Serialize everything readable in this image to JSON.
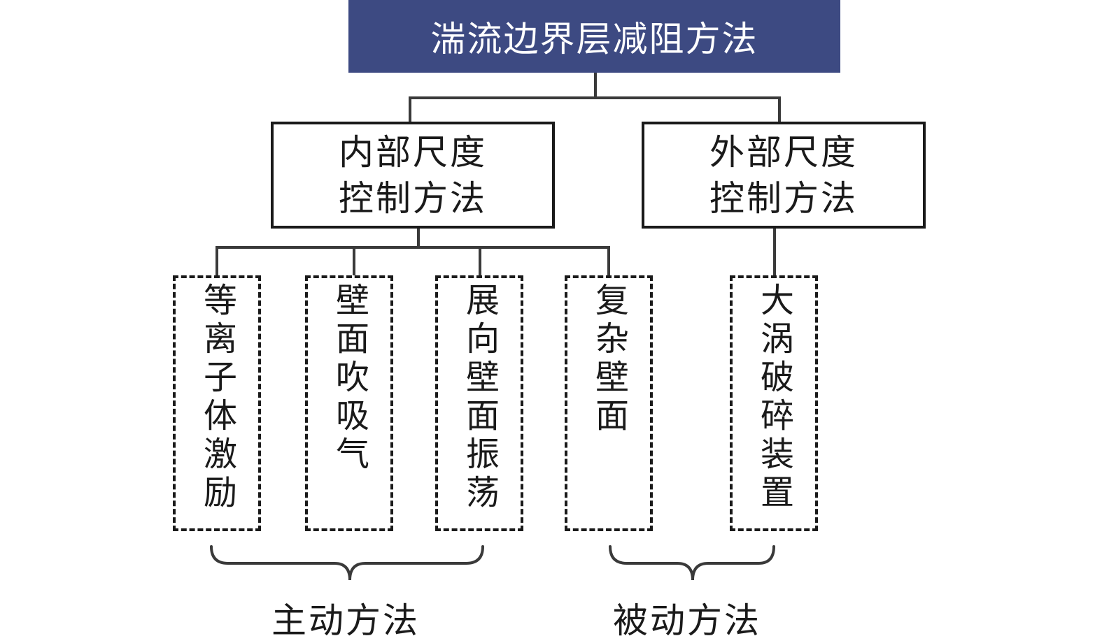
{
  "colors": {
    "root_fill": "#3d4a82",
    "line": "#3a3a3a",
    "text": "#1a1a1a"
  },
  "root": {
    "label": "湍流边界层减阻方法"
  },
  "internal": {
    "line1": "内部尺度",
    "line2": "控制方法"
  },
  "external": {
    "line1": "外部尺度",
    "line2": "控制方法"
  },
  "leaves": [
    {
      "label": "等离子体激励"
    },
    {
      "label": "壁面吹吸气"
    },
    {
      "label": "展向壁面振荡"
    },
    {
      "label": "复杂壁面"
    },
    {
      "label": "大涡破碎装置"
    }
  ],
  "groups": {
    "active": "主动方法",
    "passive": "被动方法"
  }
}
